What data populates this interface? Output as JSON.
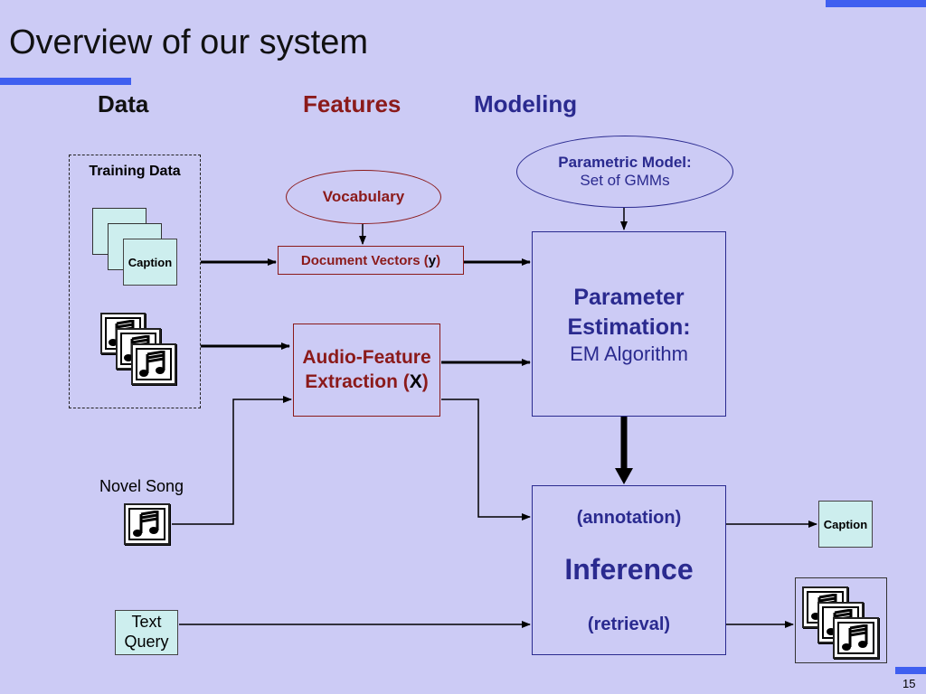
{
  "slide": {
    "title": "Overview of our system",
    "page_number": "15"
  },
  "columns": {
    "data": "Data",
    "features": "Features",
    "modeling": "Modeling"
  },
  "training": {
    "label": "Training Data",
    "caption": "Caption"
  },
  "vocabulary": "Vocabulary",
  "doc_vectors": {
    "text": "Document Vectors (",
    "symbol": "y",
    "close": ")"
  },
  "audio_feature": {
    "line1": "Audio-Feature",
    "line2": "Extraction (",
    "symbol": "X",
    "close": ")"
  },
  "parametric_model": {
    "line1": "Parametric Model:",
    "line2": "Set of GMMs"
  },
  "parameter_estimation": {
    "line1": "Parameter",
    "line2": "Estimation:",
    "line3": "EM Algorithm"
  },
  "novel_song": "Novel Song",
  "inference": {
    "annotation": "(annotation)",
    "title": "Inference",
    "retrieval": "(retrieval)"
  },
  "output_caption": "Caption",
  "text_query": {
    "line1": "Text",
    "line2": "Query"
  },
  "colors": {
    "background": "#cccbf5",
    "accent_bar": "#3f5ff0",
    "dark_red": "#8b1a1a",
    "navy": "#2a2a8f"
  }
}
